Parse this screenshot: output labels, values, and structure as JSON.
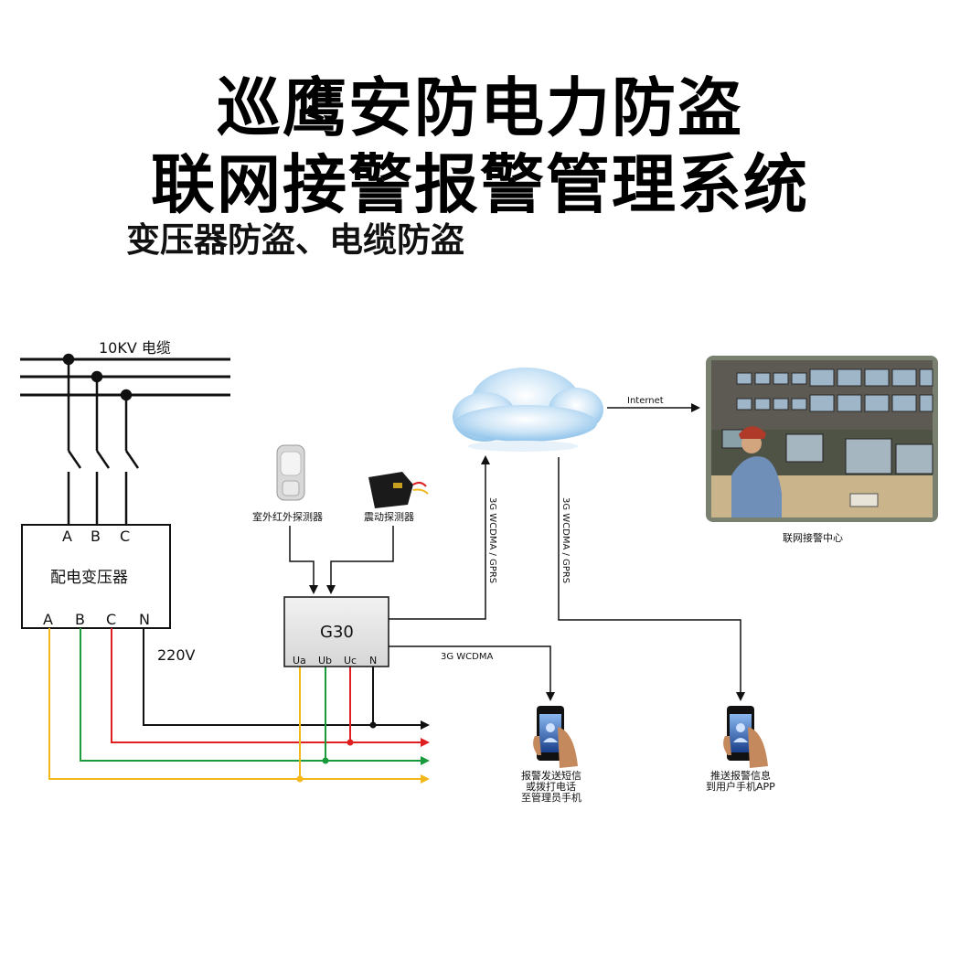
{
  "title_line1": "巡鹰安防电力防盗",
  "title_line2": "联网接警报警管理系统",
  "subtitle": "变压器防盗、电缆防盗",
  "diagram": {
    "cable_label": "10KV 电缆",
    "transformer": {
      "name": "配电变压器",
      "input_phases": [
        "A",
        "B",
        "C"
      ],
      "output_terminals": [
        "A",
        "B",
        "C",
        "N"
      ],
      "voltage": "220V"
    },
    "detectors": {
      "infrared": "室外红外探测器",
      "vibration": "震动探测器"
    },
    "controller": {
      "model": "G30",
      "terminals": [
        "Ua",
        "Ub",
        "Uc",
        "N"
      ]
    },
    "links": {
      "uplink": "3G WCDMA / GPRS",
      "downlink": "3G WCDMA / GPRS",
      "sms_link": "3G WCDMA",
      "internet": "Internet"
    },
    "center_label": "联网接警中心",
    "phone_sms": [
      "报警发送短信",
      "或拨打电话",
      "至管理员手机"
    ],
    "phone_app": [
      "推送报警信息",
      "到用户手机APP"
    ],
    "wire_colors": {
      "neutral": "#111111",
      "phase_c": "#e02020",
      "phase_b": "#1a9a3a",
      "phase_a": "#f2b81a"
    }
  }
}
